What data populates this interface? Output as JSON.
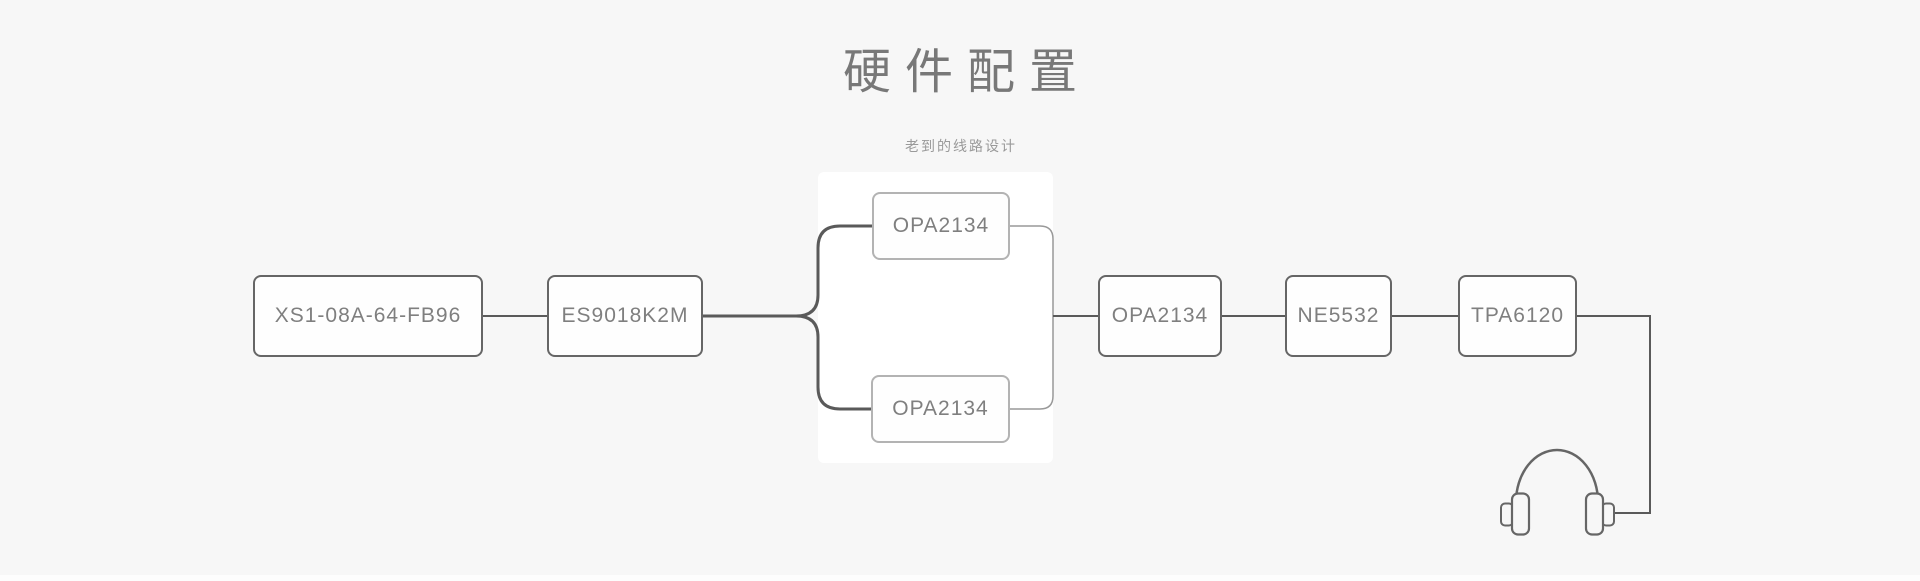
{
  "page": {
    "title": "硬件配置",
    "subtitle": "老到的线路设计"
  },
  "diagram": {
    "nodes": {
      "source": {
        "label": "XS1-08A-64-FB96"
      },
      "dac": {
        "label": "ES9018K2M"
      },
      "opamp_top": {
        "label": "OPA2134"
      },
      "opamp_bottom": {
        "label": "OPA2134"
      },
      "opamp_merge": {
        "label": "OPA2134"
      },
      "buffer": {
        "label": "NE5532"
      },
      "headphone_amp": {
        "label": "TPA6120"
      }
    },
    "output_icon": "headphones-icon",
    "colors": {
      "background": "#f7f7f7",
      "parallel_panel": "#ffffff",
      "node_fill": "#fefefe",
      "node_border": "#666666",
      "node_border_light": "#b3b3b3",
      "node_text": "#7f7f7f",
      "connector": "#5a5a5a",
      "merge_bracket": "#999999",
      "title_text": "#787878",
      "subtitle_text": "#9a9a9a"
    }
  }
}
